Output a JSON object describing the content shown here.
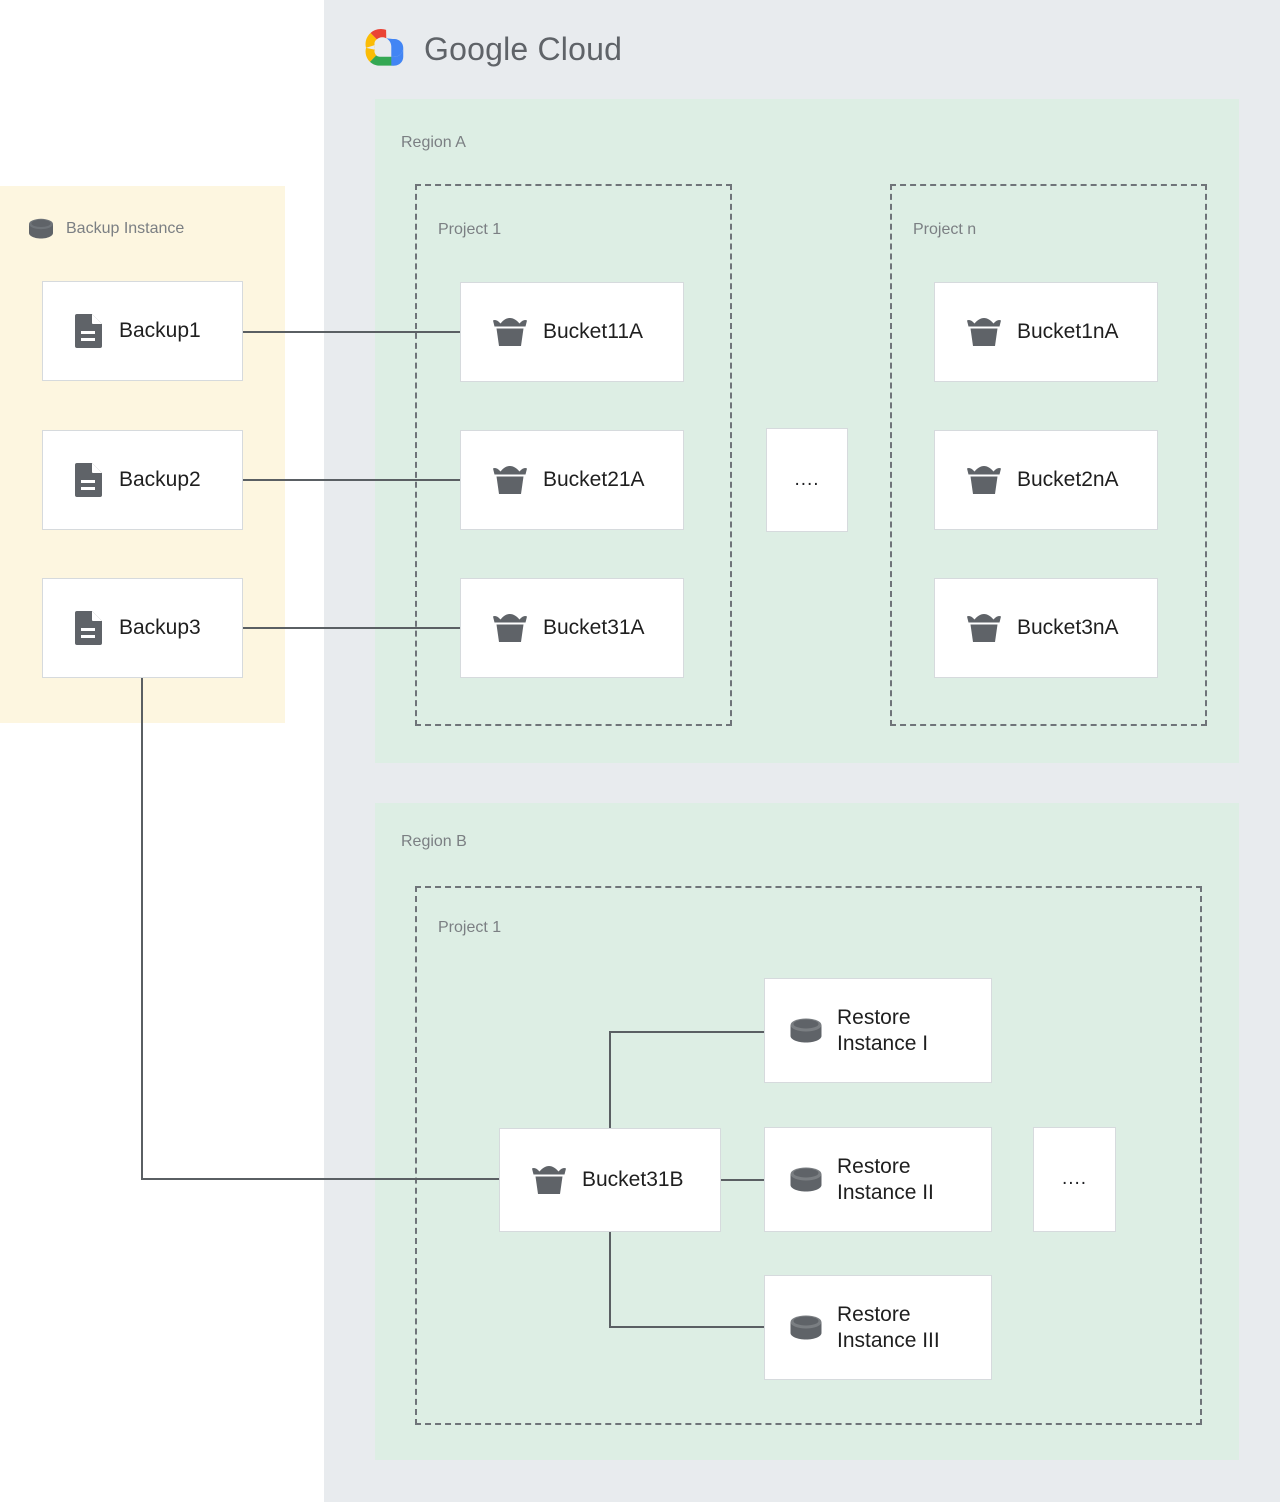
{
  "cloud": {
    "brand_name_part1": "Google",
    "brand_name_part2": "Cloud",
    "logo_icon": "google-cloud-logo-icon",
    "colors": {
      "logo_red": "#ea4335",
      "logo_blue": "#4285f4",
      "logo_yellow": "#fbbc05",
      "logo_green": "#34a853",
      "panel_bg": "#e8ebee",
      "region_bg": "#ddeee4",
      "backup_bg": "#fdf6e0",
      "node_bg": "#ffffff",
      "node_border": "#d6dadd",
      "connector": "#5a5f63",
      "label_text": "#7b7f83",
      "node_text": "#1f1f1f",
      "icon_gray": "#5f6368"
    }
  },
  "backup_instance": {
    "label": "Backup Instance",
    "icon": "database-cylinder-icon",
    "items": [
      {
        "label": "Backup1",
        "icon": "document-icon"
      },
      {
        "label": "Backup2",
        "icon": "document-icon"
      },
      {
        "label": "Backup3",
        "icon": "document-icon"
      }
    ]
  },
  "regions": [
    {
      "label": "Region A",
      "projects": [
        {
          "label": "Project 1",
          "buckets": [
            {
              "label": "Bucket11A",
              "icon": "storage-bucket-icon"
            },
            {
              "label": "Bucket21A",
              "icon": "storage-bucket-icon"
            },
            {
              "label": "Bucket31A",
              "icon": "storage-bucket-icon"
            }
          ]
        },
        {
          "label": "Project n",
          "buckets": [
            {
              "label": "Bucket1nA",
              "icon": "storage-bucket-icon"
            },
            {
              "label": "Bucket2nA",
              "icon": "storage-bucket-icon"
            },
            {
              "label": "Bucket3nA",
              "icon": "storage-bucket-icon"
            }
          ]
        }
      ],
      "ellipsis": "...."
    },
    {
      "label": "Region B",
      "projects": [
        {
          "label": "Project 1",
          "buckets": [
            {
              "label": "Bucket31B",
              "icon": "storage-bucket-icon"
            }
          ],
          "restore_instances": [
            {
              "label": "Restore\nInstance I",
              "icon": "database-cylinder-icon"
            },
            {
              "label": "Restore\nInstance II",
              "icon": "database-cylinder-icon"
            },
            {
              "label": "Restore\nInstance III",
              "icon": "database-cylinder-icon"
            }
          ],
          "ellipsis": "...."
        }
      ]
    }
  ]
}
